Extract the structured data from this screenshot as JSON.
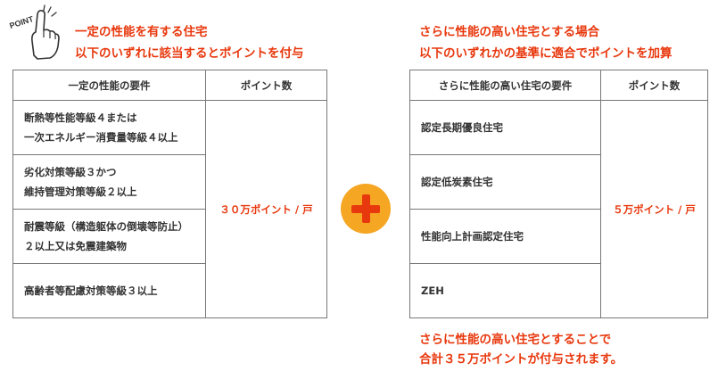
{
  "point_badge": {
    "label": "POINT"
  },
  "left": {
    "heading_line1": "一定の性能を有する住宅",
    "heading_line2": "以下のいずれに該当するとポイントを付与",
    "table": {
      "col_requirement": "一定の性能の要件",
      "col_points": "ポイント数",
      "rows": [
        {
          "line1": "断熱等性能等級４または",
          "line2": "一次エネルギー消費量等級４以上"
        },
        {
          "line1": "劣化対策等級３かつ",
          "line2": "維持管理対策等級２以上"
        },
        {
          "line1": "耐震等級（構造躯体の倒壊等防止）",
          "line2": "２以上又は免震建築物"
        },
        {
          "line1": "高齢者等配慮対策等級３以上",
          "line2": ""
        }
      ],
      "points_value": "３０万ポイント / 戸"
    }
  },
  "plus_icon": "plus-icon",
  "right": {
    "heading_line1": "さらに性能の高い住宅とする場合",
    "heading_line2": "以下のいずれかの基準に適合でポイントを加算",
    "table": {
      "col_requirement": "さらに性能の高い住宅の要件",
      "col_points": "ポイント数",
      "rows": [
        {
          "label": "認定長期優良住宅"
        },
        {
          "label": "認定低炭素住宅"
        },
        {
          "label": "性能向上計画認定住宅"
        },
        {
          "label": "ZEH"
        }
      ],
      "points_value": "５万ポイント / 戸"
    }
  },
  "footer": {
    "line1": "さらに性能の高い住宅とすることで",
    "line2": "合計３５万ポイントが付与されます。"
  },
  "colors": {
    "accent_red": "#e8380d",
    "accent_orange": "#f5a623",
    "text": "#333333",
    "border": "#777777"
  }
}
